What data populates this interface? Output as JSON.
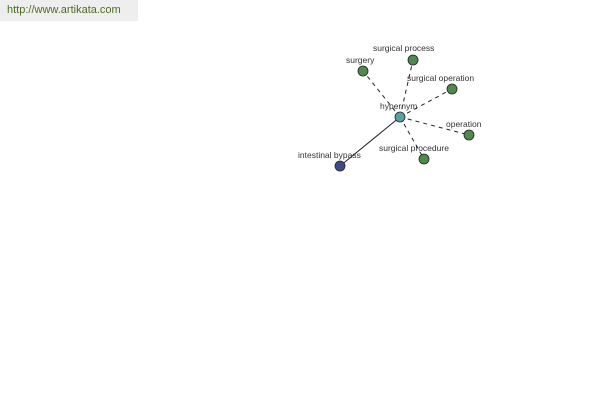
{
  "header": {
    "url": "http://www.artikata.com"
  },
  "graph": {
    "colors": {
      "center": "#5aa0a0",
      "synonym": "#4e8a4e",
      "hyponym": "#3d4a8a",
      "edge": "#222222"
    },
    "center": {
      "label": "hypernym"
    },
    "nodes": [
      {
        "id": "surgery",
        "label": "surgery",
        "kind": "synonym",
        "edge": "dashed"
      },
      {
        "id": "surgical-process",
        "label": "surgical process",
        "kind": "synonym",
        "edge": "dashed"
      },
      {
        "id": "surgical-operation",
        "label": "surgical operation",
        "kind": "synonym",
        "edge": "dashed"
      },
      {
        "id": "operation",
        "label": "operation",
        "kind": "synonym",
        "edge": "dashed"
      },
      {
        "id": "surgical-procedure",
        "label": "surgical procedure",
        "kind": "synonym",
        "edge": "dashed"
      },
      {
        "id": "intestinal-bypass",
        "label": "intestinal bypass",
        "kind": "hyponym",
        "edge": "solid"
      }
    ]
  }
}
